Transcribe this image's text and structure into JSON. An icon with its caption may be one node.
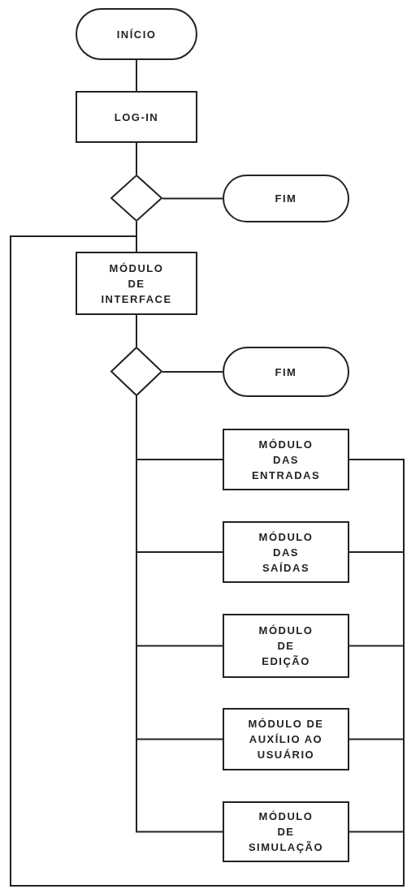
{
  "diagram": {
    "nodes": [
      {
        "text": [
          "INÍCIO"
        ]
      },
      {
        "text": [
          "LOG-IN"
        ]
      },
      {
        "text": [],
        "shape": "diamond"
      },
      {
        "text": [
          "FIM"
        ]
      },
      {
        "text": [
          "MÓDULO DE INTERFACE"
        ]
      },
      {
        "text": [],
        "shape": "diamond"
      },
      {
        "text": [
          "FIM"
        ]
      },
      {
        "text": [
          "MÓDULO DAS ENTRADAS"
        ]
      },
      {
        "text": [
          "MÓDULO DAS SAÍDAS"
        ]
      },
      {
        "text": [
          "MÓDULO DE EDIÇÃO"
        ]
      },
      {
        "text": [
          "MÓDULO DE AUXÍLIO AO USUÁRIO"
        ]
      },
      {
        "text": [
          "MÓDULO DE SIMULAÇÃO"
        ]
      }
    ],
    "edges": [
      {
        "from": 0,
        "to": 1,
        "arrow": "none"
      },
      {
        "from": 1,
        "to": 2,
        "arrow": "none"
      },
      {
        "from": 2,
        "to": 3,
        "arrow": "none"
      },
      {
        "from": 2,
        "to": 4,
        "arrow": "none"
      },
      {
        "from": 4,
        "to": 5,
        "arrow": "none"
      },
      {
        "from": 5,
        "to": 6,
        "arrow": "none"
      },
      {
        "from": 5,
        "to": 7,
        "arrow": "none"
      },
      {
        "from": 5,
        "to": 8,
        "arrow": "none"
      },
      {
        "from": 5,
        "to": 9,
        "arrow": "none"
      },
      {
        "from": 5,
        "to": 10,
        "arrow": "none"
      },
      {
        "from": 5,
        "to": 11,
        "arrow": "none"
      },
      {
        "from": 7,
        "to": 4,
        "arrow": "none"
      },
      {
        "from": 8,
        "to": 4,
        "arrow": "none"
      },
      {
        "from": 9,
        "to": 4,
        "arrow": "none"
      },
      {
        "from": 10,
        "to": 4,
        "arrow": "none"
      },
      {
        "from": 11,
        "to": 4,
        "arrow": "none"
      }
    ]
  }
}
